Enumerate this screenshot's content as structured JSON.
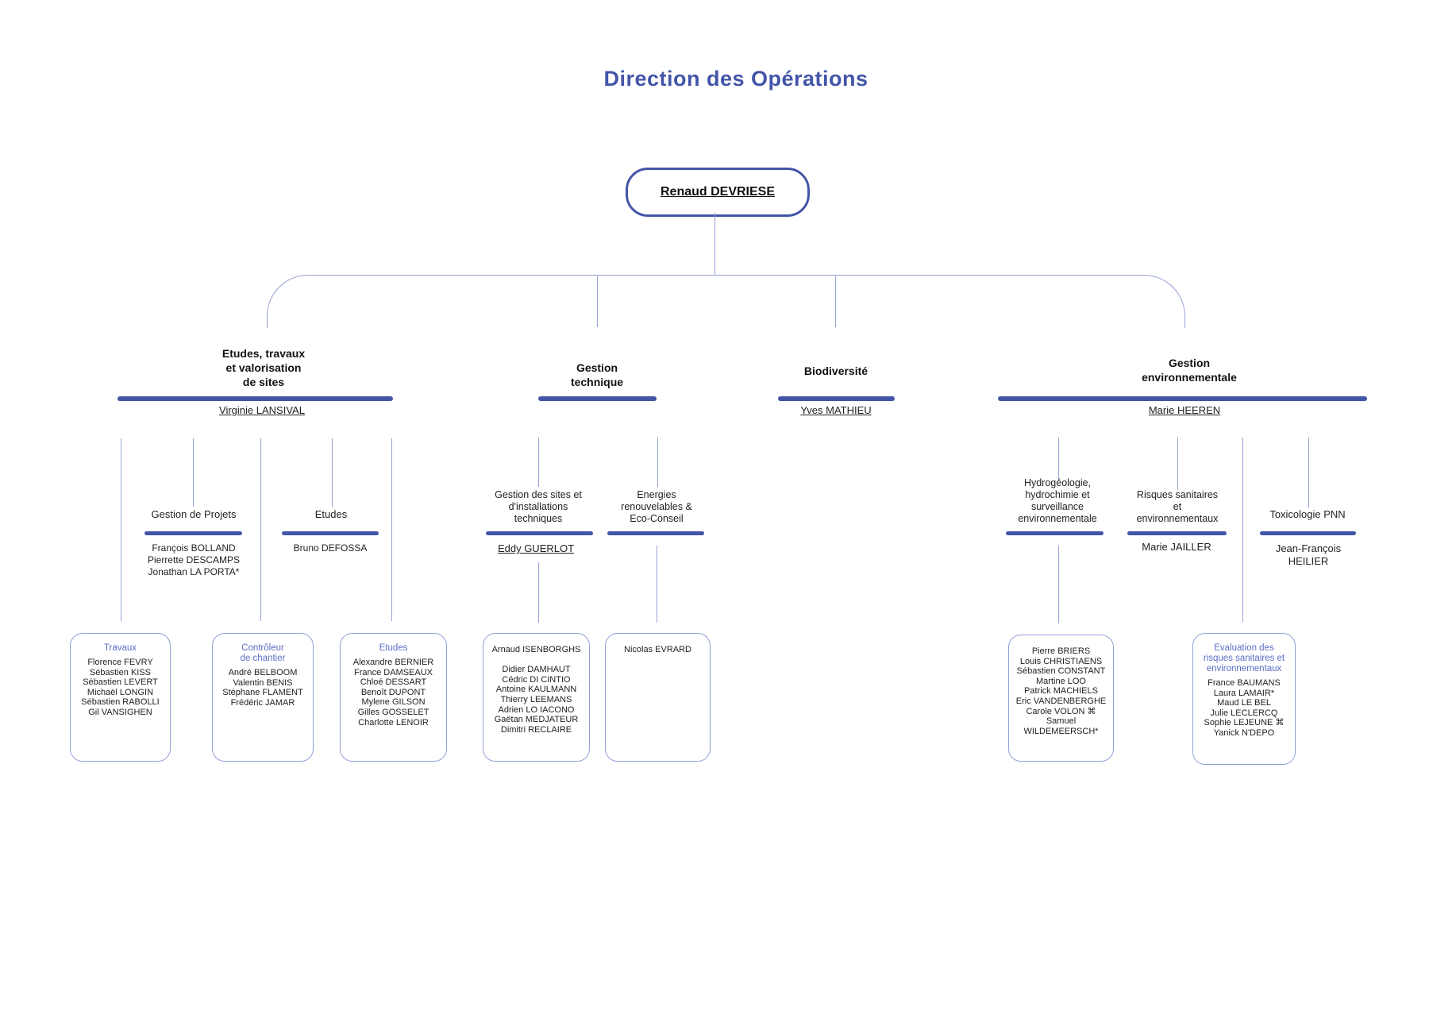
{
  "page_title": "Direction des Opérations",
  "root_node": {
    "label": "Renaud DEVRIESE"
  },
  "branch1": {
    "title": "Etudes, travaux\net valorisation\nde sites",
    "manager": "Virginie LANSIVAL",
    "sub1": {
      "title": "Gestion de Projets",
      "members": [
        "François BOLLAND",
        "Pierrette DESCAMPS",
        "Jonathan LA PORTA*"
      ]
    },
    "sub2": {
      "title": "Etudes",
      "members": [
        "Bruno DEFOSSA"
      ]
    },
    "team1": {
      "title": "Travaux",
      "members": [
        "Florence FEVRY",
        "Sébastien KISS",
        "Sébastien LEVERT",
        "Michaël LONGIN",
        "Sébastien RABOLLI",
        "Gil VANSIGHEN"
      ]
    },
    "team2": {
      "title": "Contrôleur\nde chantier",
      "members": [
        "André BELBOOM",
        "Valentin BENIS",
        "Stéphane FLAMENT",
        "Frédéric JAMAR"
      ]
    },
    "team3": {
      "title": "Etudes",
      "members": [
        "Alexandre BERNIER",
        "France DAMSEAUX",
        "Chloé DESSART",
        "Benoît DUPONT",
        "Mylene GILSON",
        "Gilles GOSSELET",
        "Charlotte LENOIR"
      ]
    }
  },
  "branch2": {
    "title": "Gestion\ntechnique",
    "sub1": {
      "title": "Gestion des sites et\nd'installations\ntechniques",
      "manager": "Eddy GUERLOT"
    },
    "sub2": {
      "title": "Energies\nrenouvelables &\nEco-Conseil"
    },
    "team1": {
      "members": [
        "Arnaud ISENBORGHS",
        "",
        "Didier DAMHAUT",
        "Cédric DI CINTIO",
        "Antoine KAULMANN",
        "Thierry LEEMANS",
        "Adrien LO IACONO",
        "Gaëtan MEDJATEUR",
        "Dimitri RECLAIRE"
      ]
    },
    "team2": {
      "members": [
        "Nicolas EVRARD"
      ]
    }
  },
  "branch3": {
    "title": "Biodiversité",
    "manager": "Yves MATHIEU"
  },
  "branch4": {
    "title": "Gestion\nenvironnementale",
    "manager": "Marie HEEREN",
    "sub1": {
      "title": "Hydrogéologie,\nhydrochimie et\nsurveillance\nenvironnementale"
    },
    "sub2": {
      "title": "Risques sanitaires\net\nenvironnementaux",
      "manager": "Marie JAILLER"
    },
    "sub3": {
      "title": "Toxicologie PNN",
      "manager": "Jean-François\nHEILIER"
    },
    "team1": {
      "members": [
        "Pierre BRIERS",
        "Louis CHRISTIAENS",
        "Sébastien CONSTANT",
        "Martine LOO",
        "Patrick MACHIELS",
        "Eric VANDENBERGHE",
        "Carole VOLON ⌘",
        "Samuel WILDEMEERSCH*"
      ]
    },
    "team2": {
      "title": "Evaluation des\nrisques sanitaires et\nenvironnementaux",
      "members": [
        "France BAUMANS",
        "Laura LAMAIR*",
        "Maud LE BEL",
        "Julie LECLERCQ",
        "Sophie LEJEUNE ⌘",
        "Yanick N'DEPO"
      ]
    }
  },
  "colors": {
    "accent": "#4355a8",
    "connector": "#95a1d6",
    "team_header": "#5b6ec5",
    "text": "#1c1c1c"
  }
}
